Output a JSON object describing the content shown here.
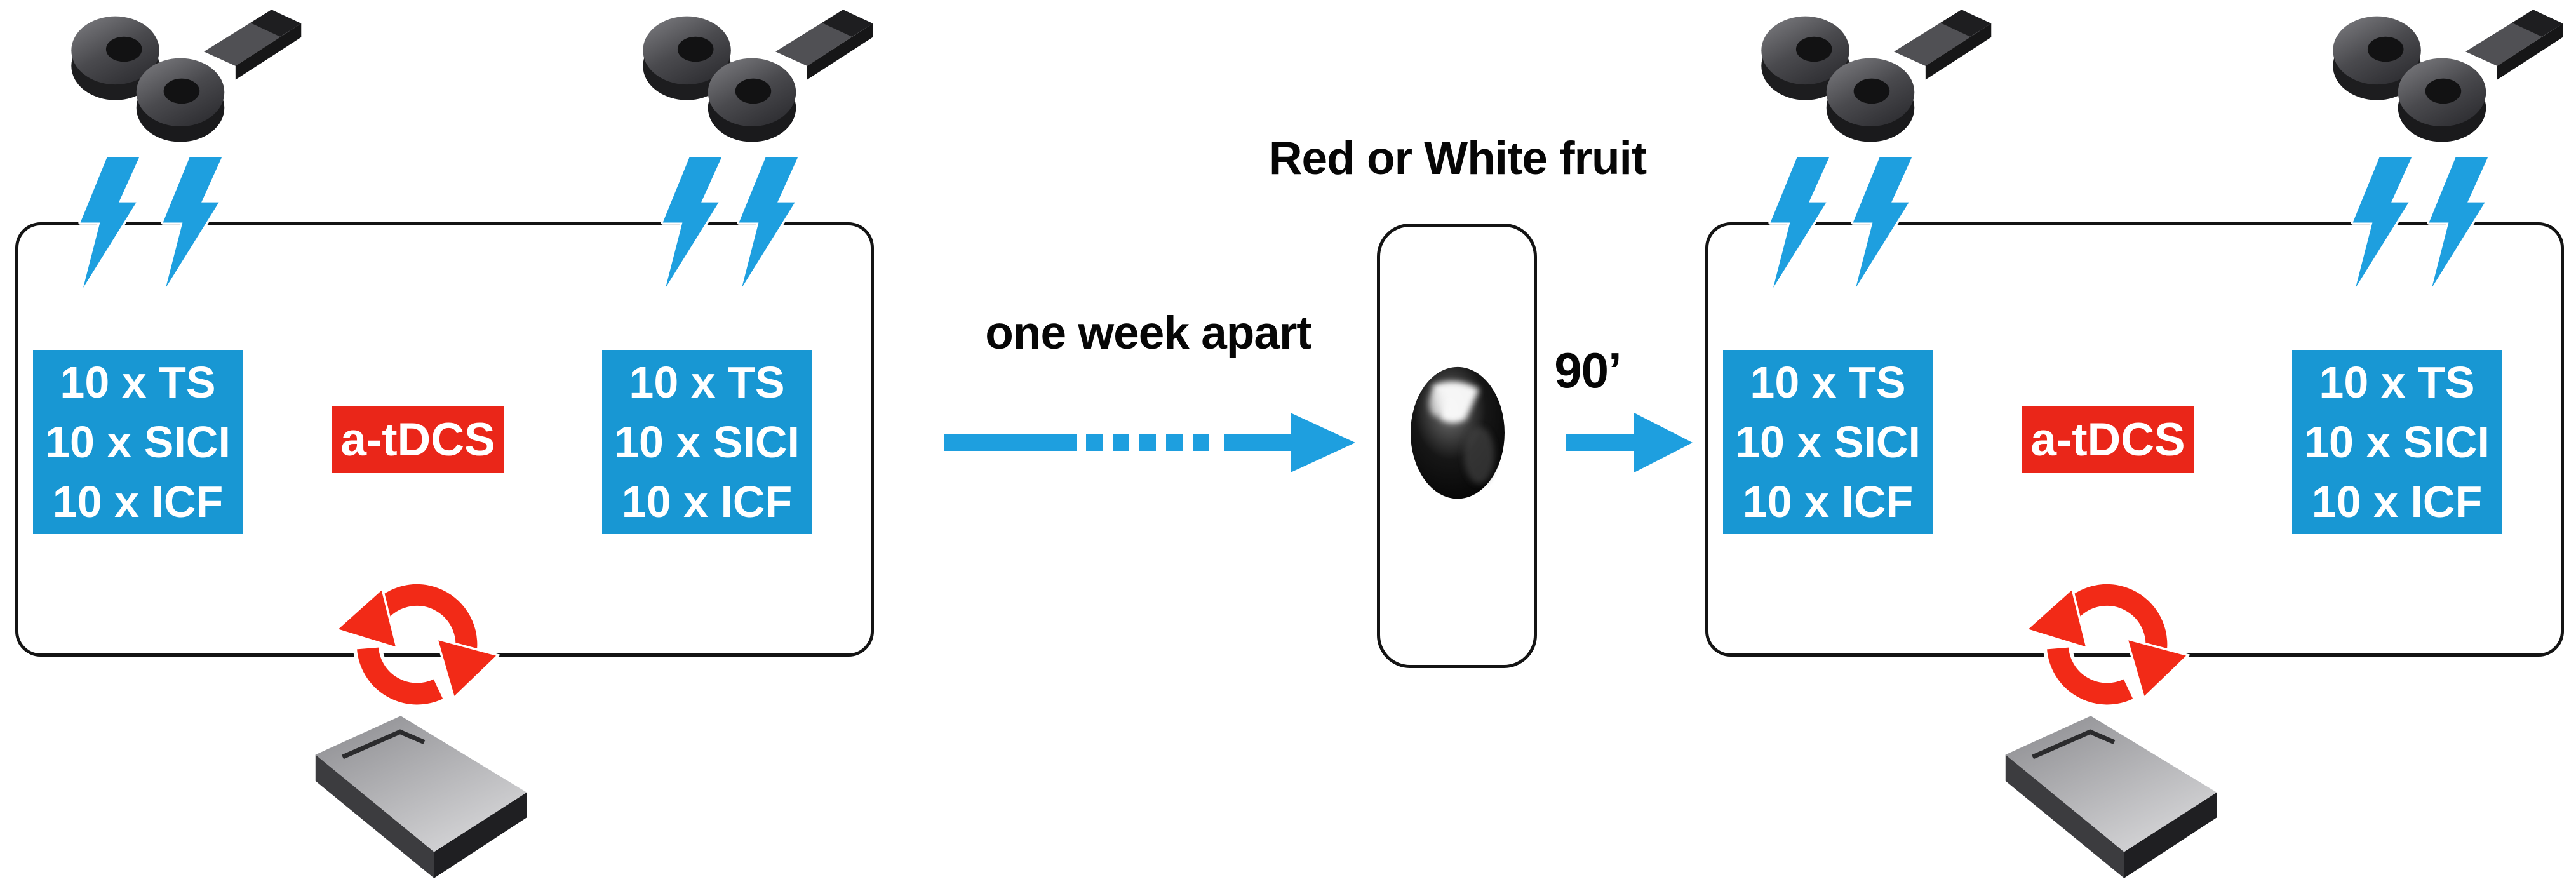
{
  "figure": {
    "type": "experimental-protocol-diagram",
    "description_of_visible_content": "Two identical TMS/tDCS session panels separated by a one-week interval, with a red-or-white fruit intervention and a 90-minute delay before the second session"
  },
  "middle": {
    "interval_label": "one week apart",
    "fruit_label": "Red or White fruit",
    "delay_label": "90’"
  },
  "sessions": [
    {
      "left_box_lines": [
        "10 x TS",
        "10 x SICI",
        "10 x ICF"
      ],
      "tdcs_label": "a-tDCS",
      "right_box_lines": [
        "10 x TS",
        "10 x SICI",
        "10 x ICF"
      ]
    },
    {
      "left_box_lines": [
        "10 x TS",
        "10 x SICI",
        "10 x ICF"
      ],
      "tdcs_label": "a-tDCS",
      "right_box_lines": [
        "10 x TS",
        "10 x SICI",
        "10 x ICF"
      ]
    }
  ],
  "icons": {
    "tms_coil": "figure-8-tms-coil-3d",
    "stimulation_bolt": "blue-lightning-bolt",
    "crossover_cycle": "red-circular-arrows",
    "tdcs_device": "gray-stimulator-box-3d",
    "fruit": "shiny-black-grape",
    "week_arrow": "blue-dashed-right-arrow",
    "delay_arrow": "blue-solid-right-arrow"
  },
  "colors": {
    "bolt_blue": "#1E9FDF",
    "box_blue": "#1897D3",
    "label_red": "#EA2619",
    "cycle_red": "#F22A17",
    "outline_black": "#141414",
    "text_white": "#FFFFFF",
    "label_black": "#060606"
  }
}
